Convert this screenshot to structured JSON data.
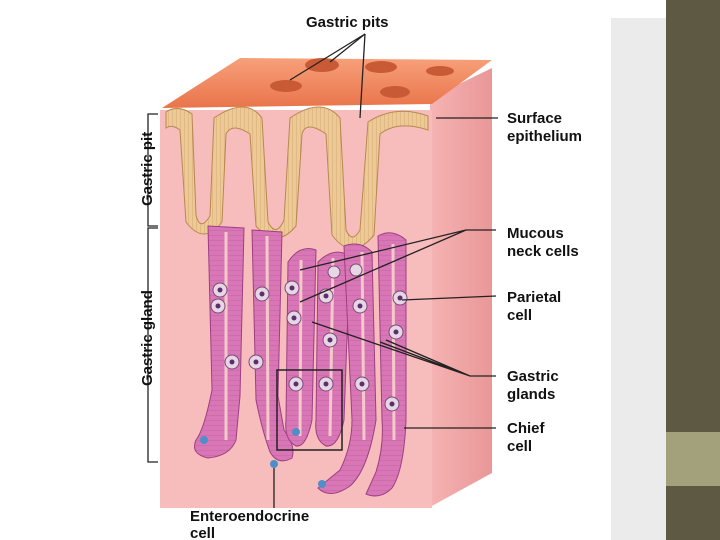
{
  "labels": {
    "gastric_pits": "Gastric pits",
    "surface_epithelium": [
      "Surface",
      "epithelium"
    ],
    "mucous_neck_cells": [
      "Mucous",
      "neck cells"
    ],
    "parietal_cell": [
      "Parietal",
      "cell"
    ],
    "gastric_glands": [
      "Gastric",
      "glands"
    ],
    "chief_cell": [
      "Chief",
      "cell"
    ],
    "enteroendocrine_cell": [
      "Enteroendocrine",
      "cell"
    ],
    "gastric_pit_vertical": "Gastric pit",
    "gastric_gland_vertical": "Gastric gland"
  },
  "colors": {
    "tissue_top": "#f08a5e",
    "tissue_side": "#f4a9a9",
    "lamina": "#f7b9b9",
    "epithelium": "#e9c48e",
    "gland_wall": "#d870b4",
    "sidebar": "#5e5943",
    "sidebar_block": "#a3a17b"
  }
}
